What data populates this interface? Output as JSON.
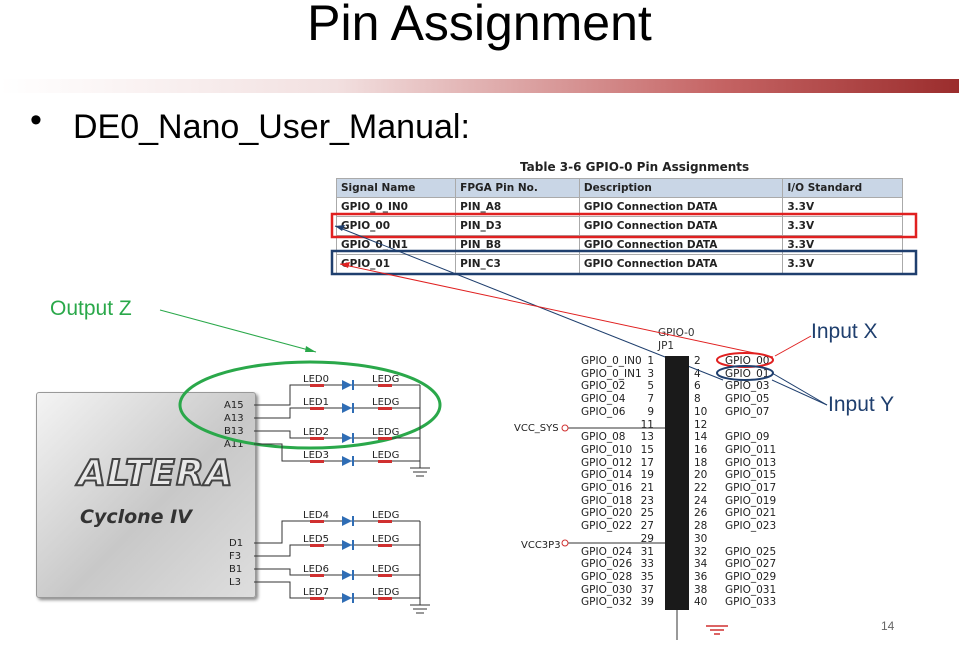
{
  "slide": {
    "title": "Pin Assignment",
    "bullet": "DE0_Nano_User_Manual:",
    "page_number": "14"
  },
  "table": {
    "caption": "Table 3-6 GPIO-0 Pin Assignments",
    "headers": [
      "Signal Name",
      "FPGA Pin No.",
      "Description",
      "I/O Standard"
    ],
    "rows": [
      [
        "GPIO_0_IN0",
        "PIN_A8",
        "GPIO Connection DATA",
        "3.3V"
      ],
      [
        "GPIO_00",
        "PIN_D3",
        "GPIO Connection DATA",
        "3.3V"
      ],
      [
        "GPIO_0_IN1",
        "PIN_B8",
        "GPIO Connection DATA",
        "3.3V"
      ],
      [
        "GPIO_01",
        "PIN_C3",
        "GPIO Connection DATA",
        "3.3V"
      ]
    ]
  },
  "annotations": {
    "output_z": "Output Z",
    "input_x": "Input X",
    "input_y": "Input Y"
  },
  "chip": {
    "brand": "ALTERA",
    "family": "Cyclone IV",
    "pins_top": [
      "A15",
      "A13",
      "B13",
      "A11"
    ],
    "pins_bottom": [
      "D1",
      "F3",
      "B1",
      "L3"
    ]
  },
  "leds": [
    {
      "name": "LED0",
      "type": "LEDG"
    },
    {
      "name": "LED1",
      "type": "LEDG"
    },
    {
      "name": "LED2",
      "type": "LEDG"
    },
    {
      "name": "LED3",
      "type": "LEDG"
    },
    {
      "name": "LED4",
      "type": "LEDG"
    },
    {
      "name": "LED5",
      "type": "LEDG"
    },
    {
      "name": "LED6",
      "type": "LEDG"
    },
    {
      "name": "LED7",
      "type": "LEDG"
    }
  ],
  "header": {
    "name": "GPIO-0",
    "ref": "JP1",
    "vcc_sys": "VCC_SYS",
    "vcc3p3": "VCC3P3",
    "left_signals": [
      "GPIO_0_IN0",
      "GPIO_0_IN1",
      "GPIO_02",
      "GPIO_04",
      "GPIO_06",
      "",
      "GPIO_08",
      "GPIO_010",
      "GPIO_012",
      "GPIO_014",
      "GPIO_016",
      "GPIO_018",
      "GPIO_020",
      "GPIO_022",
      "",
      "GPIO_024",
      "GPIO_026",
      "GPIO_028",
      "GPIO_030",
      "GPIO_032"
    ],
    "left_pins": [
      "1",
      "3",
      "5",
      "7",
      "9",
      "11",
      "13",
      "15",
      "17",
      "19",
      "21",
      "23",
      "25",
      "27",
      "29",
      "31",
      "33",
      "35",
      "37",
      "39"
    ],
    "right_pins": [
      "2",
      "4",
      "6",
      "8",
      "10",
      "12",
      "14",
      "16",
      "18",
      "20",
      "22",
      "24",
      "26",
      "28",
      "30",
      "32",
      "34",
      "36",
      "38",
      "40"
    ],
    "right_signals": [
      "GPIO_00",
      "GPIO_01",
      "GPIO_03",
      "GPIO_05",
      "GPIO_07",
      "",
      "GPIO_09",
      "GPIO_011",
      "GPIO_013",
      "GPIO_015",
      "GPIO_017",
      "GPIO_019",
      "GPIO_021",
      "GPIO_023",
      "",
      "GPIO_025",
      "GPIO_027",
      "GPIO_029",
      "GPIO_031",
      "GPIO_033"
    ]
  },
  "colors": {
    "highlight_red": "#e02020",
    "highlight_blue": "#1f3f6e",
    "output_green": "#2aa84a",
    "title_bar_accent": "#9b2d2d"
  }
}
